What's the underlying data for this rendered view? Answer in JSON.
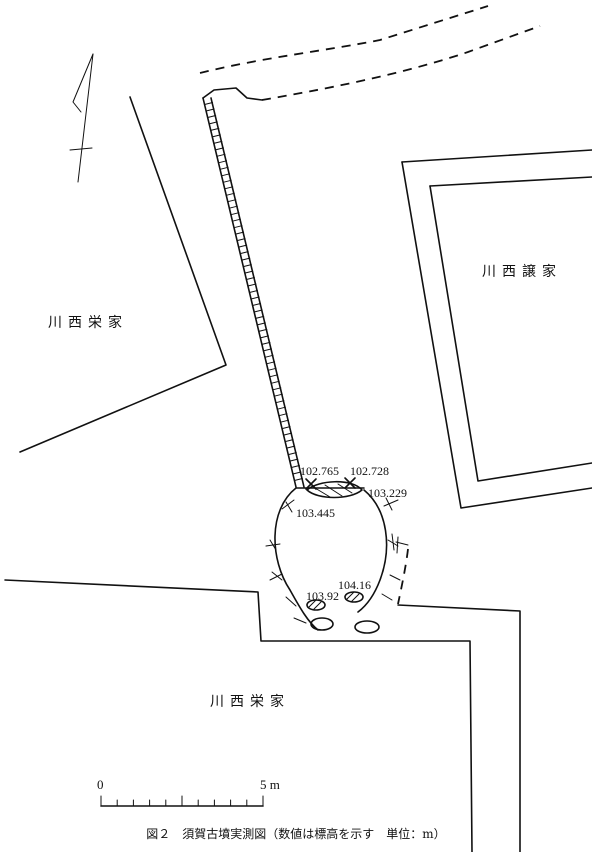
{
  "labels": {
    "kawanishi_sakae_upper": "川西栄家",
    "kawanishi_sakae_lower": "川西栄家",
    "kawanishi_yuzuru": "川西譲家"
  },
  "elevations": {
    "e1": "102.765",
    "e2": "102.728",
    "e3": "103.229",
    "e4": "103.445",
    "e5": "104.16",
    "e6": "103.92"
  },
  "scale": {
    "start_label": "0",
    "end_label": "5 m"
  },
  "caption": "図２　須賀古墳実測図（数値は標高を示す　単位：m）"
}
